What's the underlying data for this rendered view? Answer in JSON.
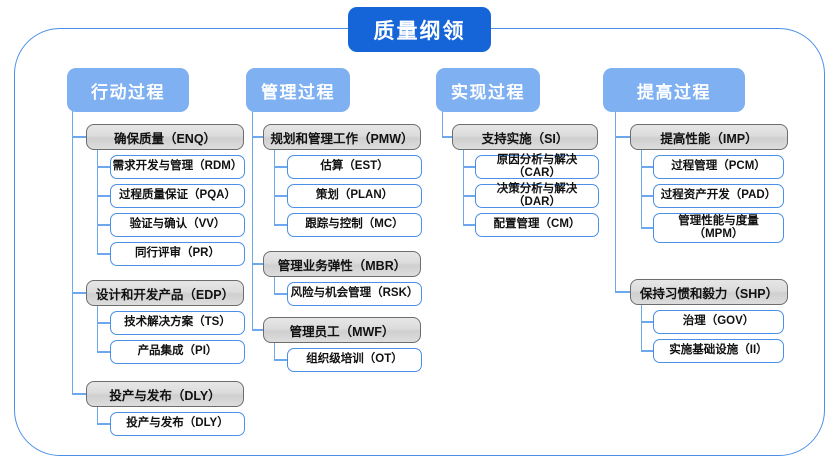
{
  "diagram": {
    "title": "质量纲领",
    "accent_color": "#1565d8",
    "header_color": "#7eb0f2",
    "frame_color": "#4a90e8",
    "group_fill": "#dcdcdc",
    "leaf_fill": "#ffffff",
    "columns": [
      {
        "header": "行动过程",
        "groups": [
          {
            "label": "确保质量（ENQ）",
            "children": [
              "需求开发与管理（RDM）",
              "过程质量保证（PQA）",
              "验证与确认（VV）",
              "同行评审（PR）"
            ]
          },
          {
            "label": "设计和开发产品（EDP）",
            "children": [
              "技术解决方案（TS）",
              "产品集成（PI）"
            ]
          },
          {
            "label": "投产与发布（DLY）",
            "children": [
              "投产与发布（DLY）"
            ]
          }
        ]
      },
      {
        "header": "管理过程",
        "groups": [
          {
            "label": "规划和管理工作（PMW）",
            "children": [
              "估算（EST）",
              "策划（PLAN）",
              "跟踪与控制（MC）"
            ]
          },
          {
            "label": "管理业务弹性（MBR）",
            "children": [
              "风险与机会管理（RSK）"
            ]
          },
          {
            "label": "管理员工（MWF）",
            "children": [
              "组织级培训（OT）"
            ]
          }
        ]
      },
      {
        "header": "实现过程",
        "groups": [
          {
            "label": "支持实施（SI）",
            "children": [
              "原因分析与解决（CAR）",
              "决策分析与解决（DAR）",
              "配置管理（CM）"
            ]
          }
        ]
      },
      {
        "header": "提高过程",
        "groups": [
          {
            "label": "提高性能（IMP）",
            "children": [
              "过程管理（PCM）",
              "过程资产开发（PAD）",
              "管理性能与度量\n（MPM）"
            ]
          },
          {
            "label": "保持习惯和毅力（SHP）",
            "children": [
              "治理（GOV）",
              "实施基础设施（II）"
            ]
          }
        ]
      }
    ]
  }
}
